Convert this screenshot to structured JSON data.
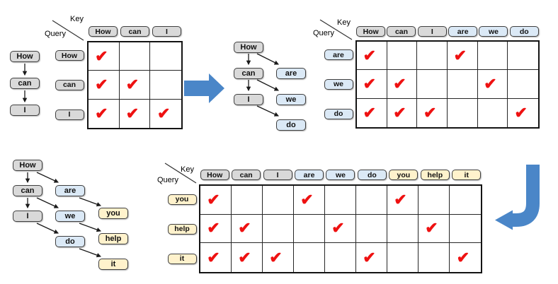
{
  "colors": {
    "gray_token_fill": "#D9D9D9",
    "blue_token_fill": "#DBE9F6",
    "yellow_token_fill": "#FFF2CC",
    "token_border": "#3F3F3F",
    "grid_border": "#141414",
    "check_red": "#EE1111",
    "flow_arrow_blue": "#4A86C8",
    "edge_arrow_black": "#1A1A1A"
  },
  "glyphs": {
    "check": "✔"
  },
  "matrix_corner": {
    "key": "Key",
    "query": "Query"
  },
  "panel_top_left": {
    "input_tokens": [
      "How",
      "can",
      "I"
    ],
    "matrix": {
      "keys": [
        "How",
        "can",
        "I"
      ],
      "queries": [
        "How",
        "can",
        "I"
      ],
      "checks": [
        [
          "✔",
          "",
          ""
        ],
        [
          "✔",
          "✔",
          ""
        ],
        [
          "✔",
          "✔",
          "✔"
        ]
      ]
    }
  },
  "panel_top_middle": {
    "prompt_tokens": [
      "How",
      "can",
      "I"
    ],
    "generated_tokens": [
      "are",
      "we",
      "do"
    ]
  },
  "panel_top_right": {
    "keys": [
      "How",
      "can",
      "I",
      "are",
      "we",
      "do"
    ],
    "queries": [
      "are",
      "we",
      "do"
    ],
    "checks": [
      [
        "✔",
        "",
        "",
        "✔",
        "",
        ""
      ],
      [
        "✔",
        "✔",
        "",
        "",
        "✔",
        ""
      ],
      [
        "✔",
        "✔",
        "✔",
        "",
        "",
        "✔"
      ]
    ]
  },
  "panel_bottom_left": {
    "prompt_tokens": [
      "How",
      "can",
      "I"
    ],
    "generated_tokens_first": [
      "are",
      "we",
      "do"
    ],
    "generated_tokens_second": [
      "you",
      "help",
      "it"
    ]
  },
  "panel_bottom_right": {
    "keys": [
      "How",
      "can",
      "I",
      "are",
      "we",
      "do",
      "you",
      "help",
      "it"
    ],
    "queries": [
      "you",
      "help",
      "it"
    ],
    "checks": [
      [
        "✔",
        "",
        "",
        "✔",
        "",
        "",
        "✔",
        "",
        ""
      ],
      [
        "✔",
        "✔",
        "",
        "",
        "✔",
        "",
        "",
        "✔",
        ""
      ],
      [
        "✔",
        "✔",
        "✔",
        "",
        "",
        "✔",
        "",
        "",
        "✔"
      ]
    ]
  }
}
